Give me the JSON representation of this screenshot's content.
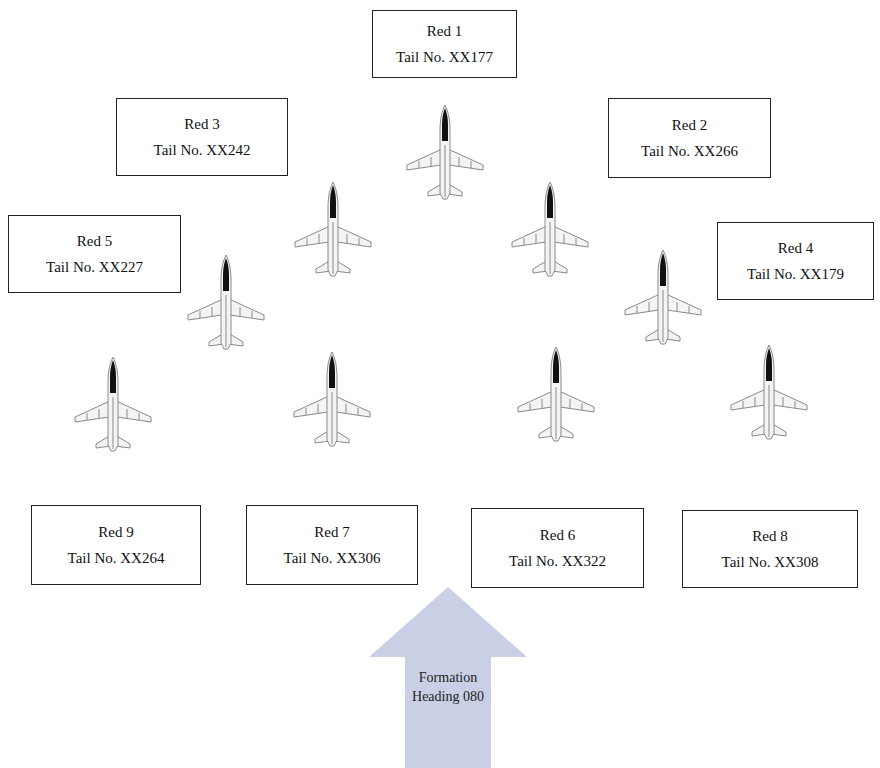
{
  "diagram": {
    "nodes": [
      {
        "text": [
          "Red 1",
          "Tail No. XX177"
        ]
      },
      {
        "text": [
          "Red 3",
          "Tail No. XX242"
        ]
      },
      {
        "text": [
          "Red 2",
          "Tail No. XX266"
        ]
      },
      {
        "text": [
          "Red 5",
          "Tail No. XX227"
        ]
      },
      {
        "text": [
          "Red 4",
          "Tail No. XX179"
        ]
      },
      {
        "text": [
          "Red 9",
          "Tail No. XX264"
        ]
      },
      {
        "text": [
          "Red 7",
          "Tail No. XX306"
        ]
      },
      {
        "text": [
          "Red 6",
          "Tail No. XX322"
        ]
      },
      {
        "text": [
          "Red 8",
          "Tail No. XX308"
        ]
      },
      {
        "text": [
          "Formation Heading 080"
        ]
      }
    ]
  }
}
